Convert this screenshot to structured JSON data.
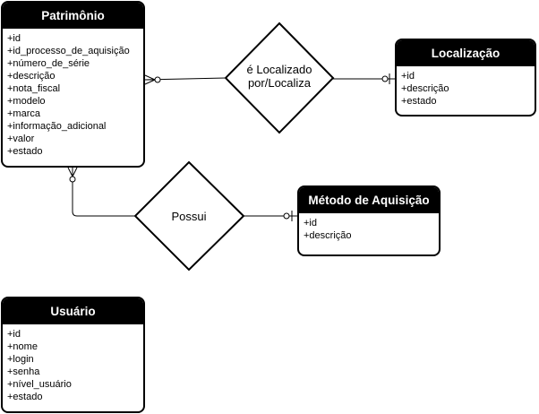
{
  "entities": {
    "patrimonio": {
      "title": "Patrimônio",
      "attributes": [
        "+id",
        "+id_processo_de_aquisição",
        "+número_de_série",
        "+descrição",
        "+nota_fiscal",
        "+modelo",
        "+marca",
        "+informação_adicional",
        "+valor",
        "+estado"
      ]
    },
    "localizacao": {
      "title": "Localização",
      "attributes": [
        "+id",
        "+descrição",
        "+estado"
      ]
    },
    "metodo": {
      "title": "Método de Aquisição",
      "attributes": [
        "+id",
        "+descrição"
      ]
    },
    "usuario": {
      "title": "Usuário",
      "attributes": [
        "+id",
        "+nome",
        "+login",
        "+senha",
        "+nível_usuário",
        "+estado"
      ]
    }
  },
  "relationships": {
    "localizado": {
      "line1": "é Localizado",
      "line2": "por/Localiza"
    },
    "possui": {
      "label": "Possui"
    }
  },
  "colors": {
    "header_bg": "#000000",
    "header_text": "#ffffff",
    "line": "#000000"
  }
}
